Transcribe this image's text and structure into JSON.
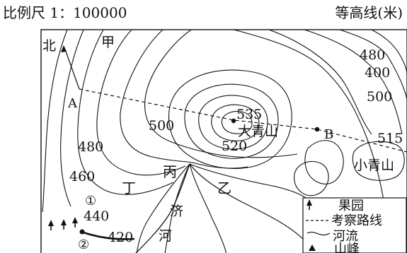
{
  "header": {
    "scale": "比例尺 1：100000",
    "unit_label": "等高线(米)"
  },
  "map": {
    "north_label": "北",
    "points": {
      "A": "A",
      "B": "B"
    },
    "place_labels": {
      "jia": "甲",
      "yi": "乙",
      "bing": "丙",
      "ding": "丁",
      "da_qing_shan": "大青山",
      "xiao_qing_shan": "小青山",
      "river_1": "济",
      "river_2": "河",
      "circle_1": "①",
      "circle_2": "②"
    },
    "contour_labels": {
      "c535": "535",
      "c520": "520",
      "c500_left": "500",
      "c480_left": "480",
      "c460": "460",
      "c440": "440",
      "c420": "420",
      "c480_right": "480",
      "c400": "400",
      "c500_right": "500",
      "c515": "515"
    }
  },
  "legend": {
    "items": [
      {
        "icon": "orchard-icon",
        "label": "果园"
      },
      {
        "icon": "route-line-icon",
        "label": "考察路线"
      },
      {
        "icon": "river-icon",
        "label": "河流"
      },
      {
        "icon": "peak-icon",
        "label": "山峰"
      }
    ]
  },
  "colors": {
    "ink": "#111111",
    "background": "#ffffff"
  }
}
